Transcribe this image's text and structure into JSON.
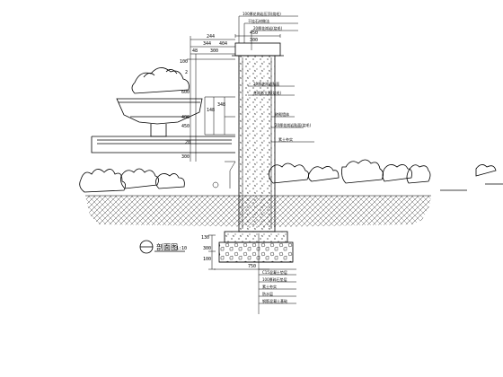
{
  "section_title": "剖面图",
  "section_scale": "1:10",
  "dimensions": {
    "top_left": "244",
    "top_mid": "404",
    "top_small": "344",
    "top_48": "48",
    "top_300": "300",
    "pillar_width": "450",
    "pillar_width_2": "300",
    "side_1": "100",
    "side_2": "2",
    "mid_348": "348",
    "mid_148": "148",
    "mid_400": "400",
    "mid_450": "450",
    "mid_600": "600",
    "mid_20": "20",
    "mid_300": "300",
    "foot_130": "130",
    "foot_300": "300",
    "foot_100": "100",
    "foot_750": "750"
  },
  "callouts_top": [
    "100厚花岗岩压顶(烧毛)",
    "干挂石材做法",
    "20厚花岗岩(烧毛)"
  ],
  "callouts_mid": [
    "20厚花岗岩贴面",
    "花岗岩立面(烧毛)",
    "砖砌墙体",
    "20厚花岗岩贴面(烧毛)",
    "素土夯实"
  ],
  "callouts_bottom": [
    "C15混凝土垫层",
    "100厚碎石垫层",
    "素土夯实",
    "防水层",
    "钢筋混凝土基础"
  ]
}
